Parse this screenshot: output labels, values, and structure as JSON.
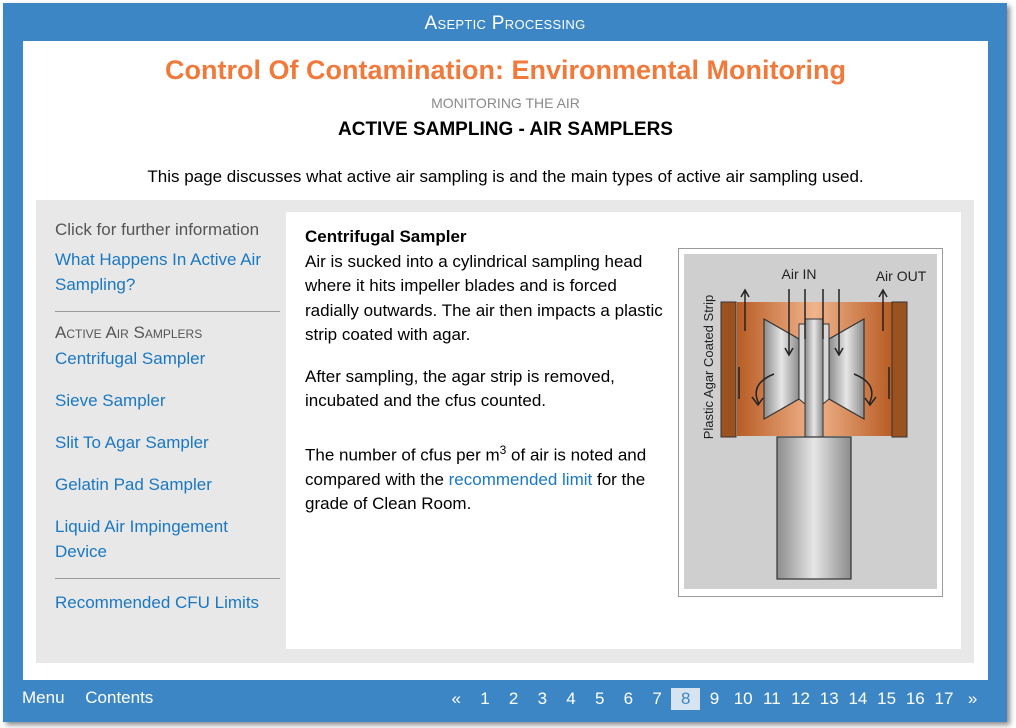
{
  "app": {
    "title": "Aseptic Processing"
  },
  "page": {
    "title": "Control Of Contamination: Environmental Monitoring",
    "section": "MONITORING THE AIR",
    "subtitle": "ACTIVE SAMPLING - AIR SAMPLERS",
    "intro": "This page discusses what active air sampling is and the main types of active air sampling used."
  },
  "sidebar": {
    "heading": "Click for further information",
    "top_link": "What Happens In Active Air Sampling?",
    "category": "Active Air Samplers",
    "items": [
      {
        "label": "Centrifugal Sampler"
      },
      {
        "label": "Sieve Sampler"
      },
      {
        "label": "Slit To Agar Sampler"
      },
      {
        "label": "Gelatin Pad Sampler"
      },
      {
        "label": "Liquid Air Impingement Device"
      }
    ],
    "bottom_link": "Recommended CFU Limits"
  },
  "article": {
    "heading": "Centrifugal Sampler",
    "para1": "Air is sucked into a cylindrical sampling head where it hits impeller blades and is forced radially outwards. The air then impacts a plastic strip coated with agar.",
    "para2": "After sampling, the agar strip is removed, incubated and the cfus counted.",
    "para3_start": "The number of cfus per m",
    "para3_sup": "3",
    "para3_mid": " of air is noted and compared with the ",
    "para3_link": "recommended limit",
    "para3_end": " for the grade of Clean Room."
  },
  "figure": {
    "label_in": "Air IN",
    "label_out": "Air OUT",
    "label_strip": "Plastic Agar Coated Strip",
    "colors": {
      "copper": "#c86a2e",
      "grey": "#c4c4c4",
      "dark": "#333333"
    }
  },
  "footer": {
    "menu": "Menu",
    "contents": "Contents",
    "prev": "«",
    "next": "»",
    "pages": [
      "1",
      "2",
      "3",
      "4",
      "5",
      "6",
      "7",
      "8",
      "9",
      "10",
      "11",
      "12",
      "13",
      "14",
      "15",
      "16",
      "17"
    ],
    "current_page": "8"
  }
}
